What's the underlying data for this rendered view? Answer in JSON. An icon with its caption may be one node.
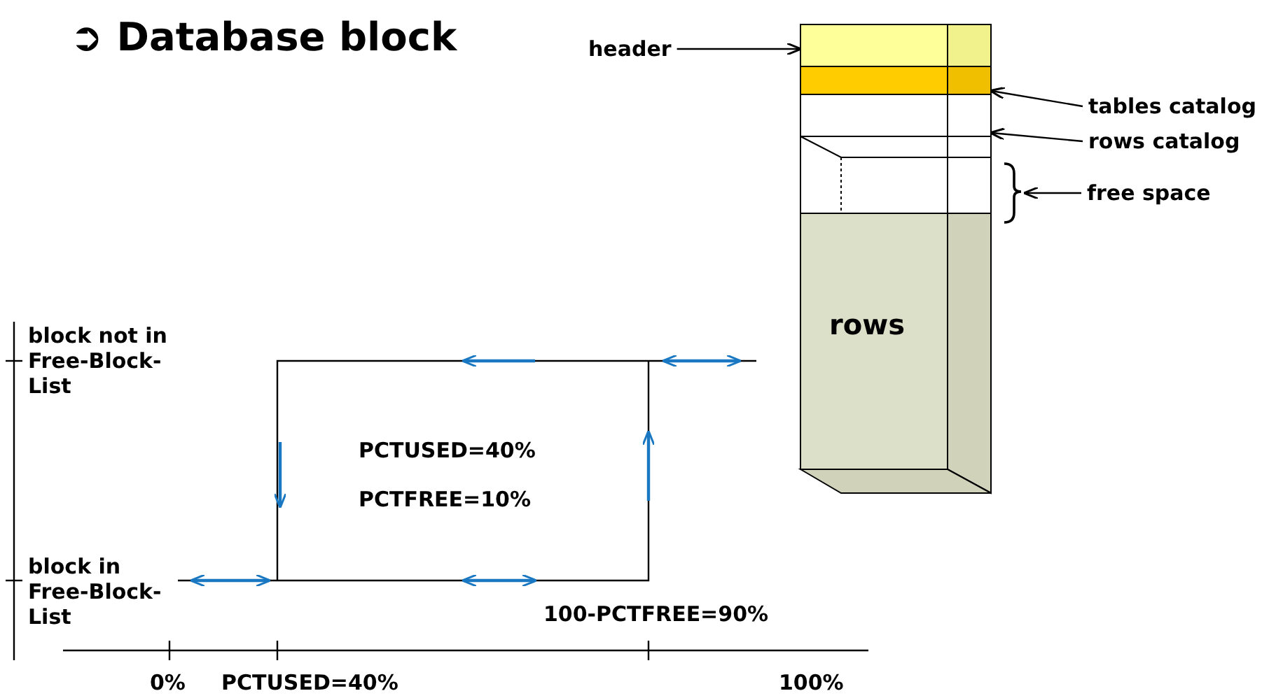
{
  "diagram": {
    "title": "➲ Database block",
    "nodes": [
      {
        "text": [],
        "shape": "box"
      },
      {
        "text": [],
        "shape": "box"
      },
      {
        "text": [],
        "shape": "box"
      },
      {
        "text": [],
        "shape": "box"
      },
      {
        "text": [
          "rows"
        ]
      },
      {
        "text": [
          "header"
        ]
      },
      {
        "text": [
          "tables catalog"
        ]
      },
      {
        "text": [
          "rows catalog"
        ]
      },
      {
        "text": [
          "free space"
        ]
      }
    ],
    "edges": [
      {
        "from": 5,
        "to": 0,
        "arrow": "to"
      },
      {
        "from": 6,
        "to": 1,
        "arrow": "to"
      },
      {
        "from": 7,
        "to": 2,
        "arrow": "to"
      },
      {
        "from": 8,
        "to": 3,
        "arrow": "to"
      }
    ],
    "labels": [
      "block not in Free-Block-List",
      "PCTUSED=40%",
      "PCTFREE=10%",
      "block in Free-Block-List",
      "100-PCTFREE=90%",
      "0%",
      "PCTUSED=40%",
      "100%"
    ]
  }
}
